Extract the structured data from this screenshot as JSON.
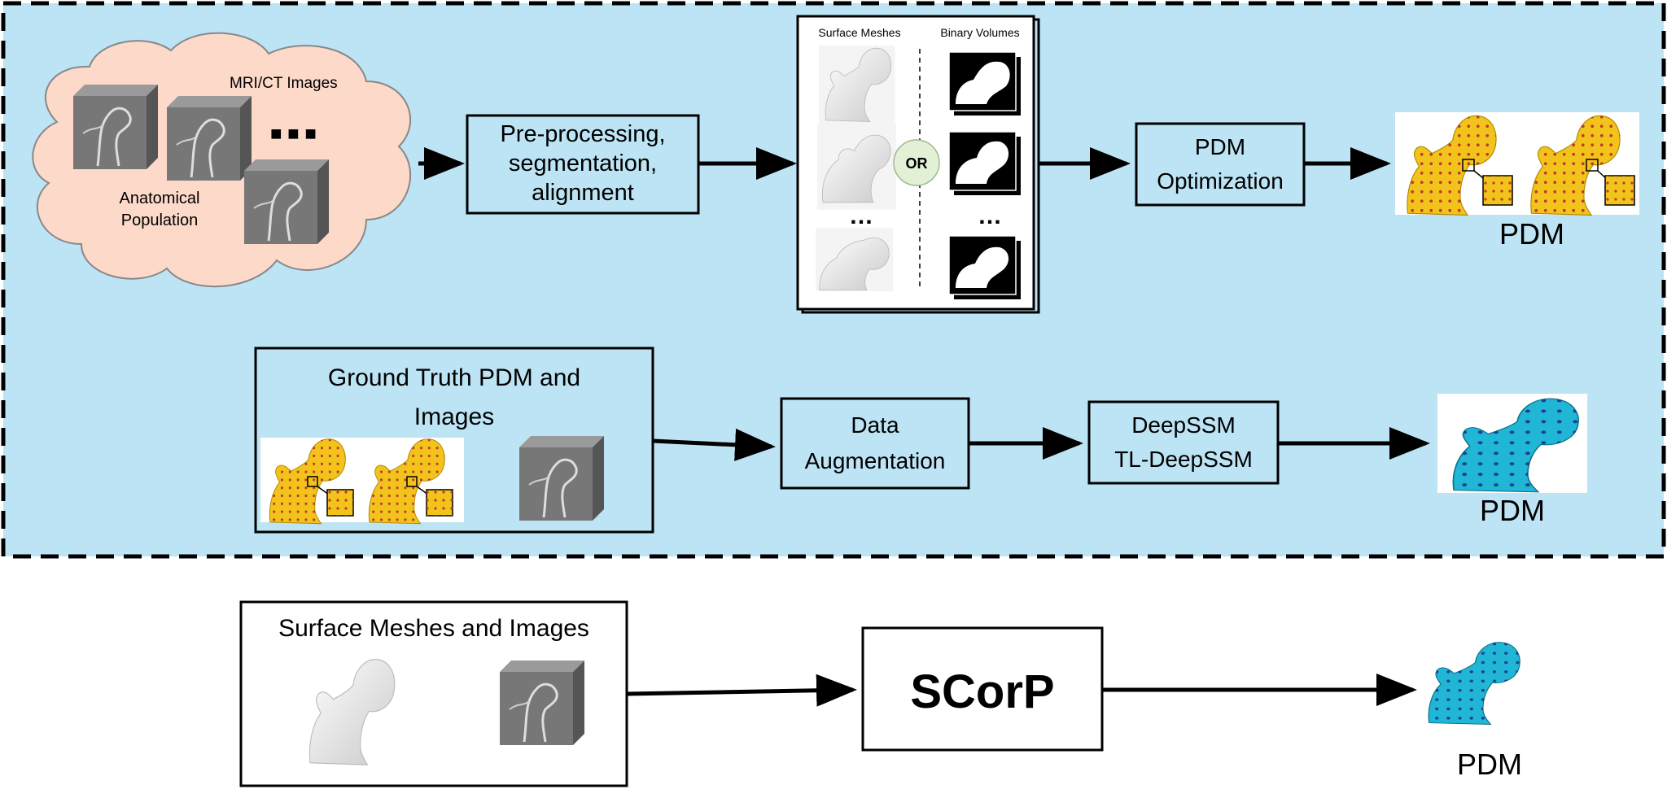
{
  "top_section": {
    "cloud": {
      "images_label": "MRI/CT Images",
      "dots": "■ ■ ■",
      "population_line1": "Anatomical",
      "population_line2": "Population"
    },
    "preprocess": {
      "line1": "Pre-processing,",
      "line2": "segmentation,",
      "line3": "alignment"
    },
    "choice": {
      "left_heading": "Surface Meshes",
      "right_heading": "Binary Volumes",
      "or_label": "OR",
      "ellipsis": "…"
    },
    "optimization": {
      "line1": "PDM",
      "line2": "Optimization"
    },
    "output_label": "PDM"
  },
  "middle_section": {
    "ground_truth": {
      "line1": "Ground Truth PDM and",
      "line2": "Images"
    },
    "augmentation": {
      "line1": "Data",
      "line2": "Augmentation"
    },
    "network": {
      "line1": "DeepSSM",
      "line2": "TL-DeepSSM"
    },
    "output_label": "PDM"
  },
  "bottom_section": {
    "input_heading": "Surface Meshes and Images",
    "model_label": "SCorP",
    "output_label": "PDM"
  },
  "colors": {
    "panel_background": "#bde4f4",
    "cloud_fill": "#fcd9c9",
    "or_circle": "#e2f0d6",
    "yellow_bone": "#f1c31b",
    "cyan_bone": "#20b6d6",
    "volume_gray": "#777777"
  }
}
